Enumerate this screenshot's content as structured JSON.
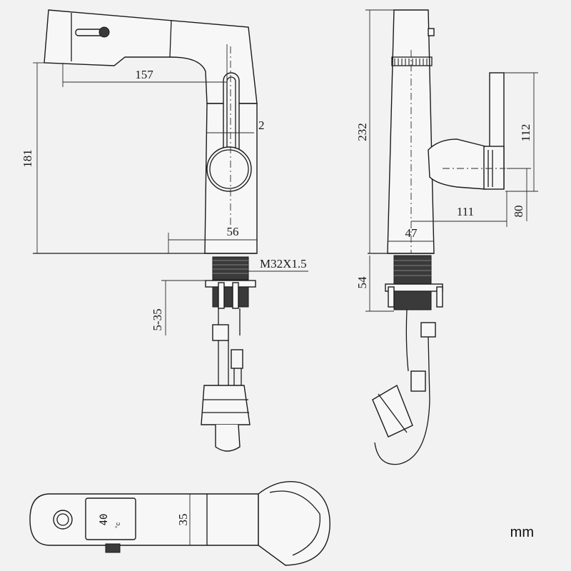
{
  "dimensions": {
    "spout_reach": "157",
    "body_height": "181",
    "slot_width": "2",
    "base_diameter": "56",
    "thread": "M32X1.5",
    "deck_thickness": "5-35",
    "total_height": "232",
    "handle_height": "112",
    "handle_reach": "111",
    "handle_axis_height": "80",
    "side_base_width": "47",
    "shank_length": "54",
    "top_width": "35"
  },
  "display": {
    "temperature": "40",
    "unit_symbol": "°c"
  },
  "unit_label": "mm"
}
